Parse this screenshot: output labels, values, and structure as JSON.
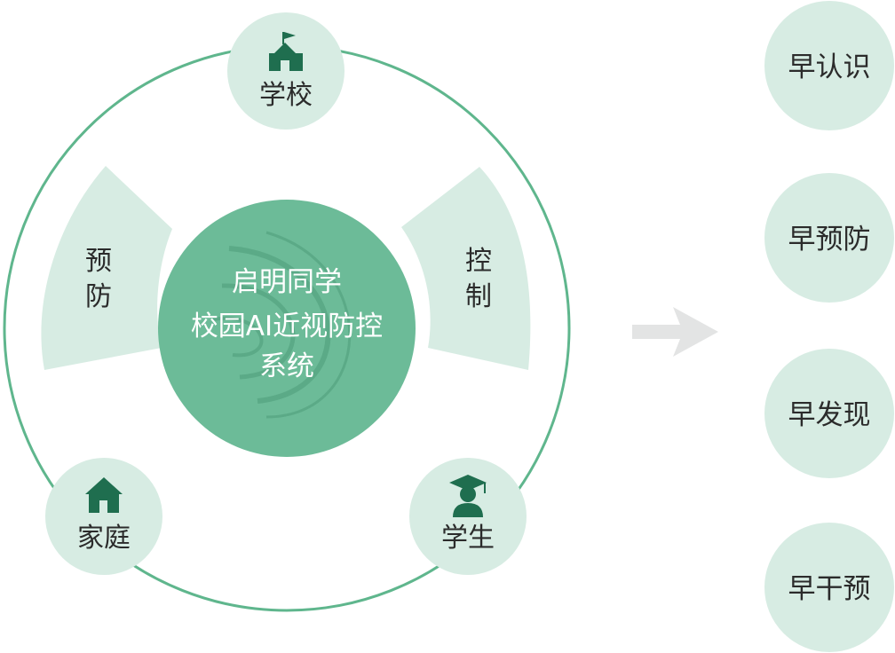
{
  "center": {
    "line1": "启明同学",
    "line2": "校园AI近视防控",
    "line3": "系统"
  },
  "nodes": {
    "school": "学校",
    "family": "家庭",
    "student": "学生"
  },
  "sectors": {
    "left": [
      "预",
      "防"
    ],
    "right": [
      "控",
      "制"
    ]
  },
  "outcomes": [
    "早认识",
    "早预防",
    "早发现",
    "早干预"
  ],
  "colors": {
    "ring": "#5fb68d",
    "light": "#d7ece3",
    "center": "#6cbb98",
    "icon": "#1f6e4f",
    "arrow": "#e3e4e4"
  },
  "icons": {
    "school": "school-building-icon",
    "family": "house-icon",
    "student": "graduate-icon"
  }
}
